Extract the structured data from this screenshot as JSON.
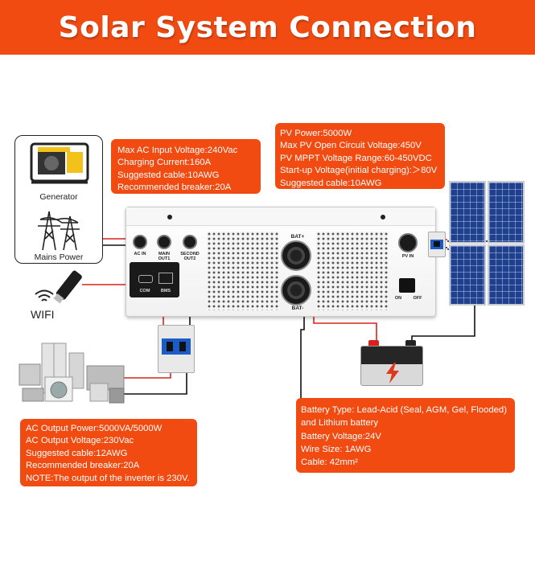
{
  "title": "Solar System Connection",
  "colors": {
    "accent": "#f14b12",
    "wire_red": "#d8231c",
    "wire_black": "#111111",
    "panel_blue": "#1f3f8f",
    "breaker_blue": "#1b5cc9"
  },
  "sources": {
    "generator_label": "Generator",
    "mains_label": "Mains Power"
  },
  "wifi_label": "WIFI",
  "ac_input_box": {
    "lines": [
      "Max AC Input Voltage:240Vac",
      "Charging Current:160A",
      "Suggested cable:10AWG",
      "Recommended breaker:20A"
    ]
  },
  "pv_box": {
    "lines": [
      "PV Power:5000W",
      "Max PV Open Circuit Voltage:450V",
      "PV MPPT Voltage Range:60-450VDC",
      "Start-up Voltage(initial charging):＞80V",
      "Suggested cable:10AWG"
    ]
  },
  "ac_output_box": {
    "lines": [
      "AC Output Power:5000VA/5000W",
      "AC Output Voltage:230Vac",
      "Suggested cable:12AWG",
      "Recommended breaker:20A",
      "NOTE:The output of the inverter is 230V."
    ]
  },
  "battery_box": {
    "lines": [
      "Battery Type: Lead-Acid (Seal, AGM, Gel, Flooded)",
      "and Lithium battery",
      "Battery Voltage:24V",
      "Wire Size: 1AWG",
      "Cable: 42mm²"
    ]
  },
  "inverter": {
    "ac_in": "AC IN",
    "main_out": "MAIN OUT1",
    "second_out": "SECOND OUT2",
    "bat_plus": "BAT+",
    "bat_minus": "BAT-",
    "pv_in": "PV IN",
    "com": "COM",
    "bms": "BMS",
    "on": "ON",
    "off": "OFF"
  },
  "icons": [
    "generator-icon",
    "mains-tower-icon",
    "wifi-dongle-icon",
    "appliances-icon",
    "battery-icon",
    "solar-panel-icon",
    "breaker-icon"
  ]
}
